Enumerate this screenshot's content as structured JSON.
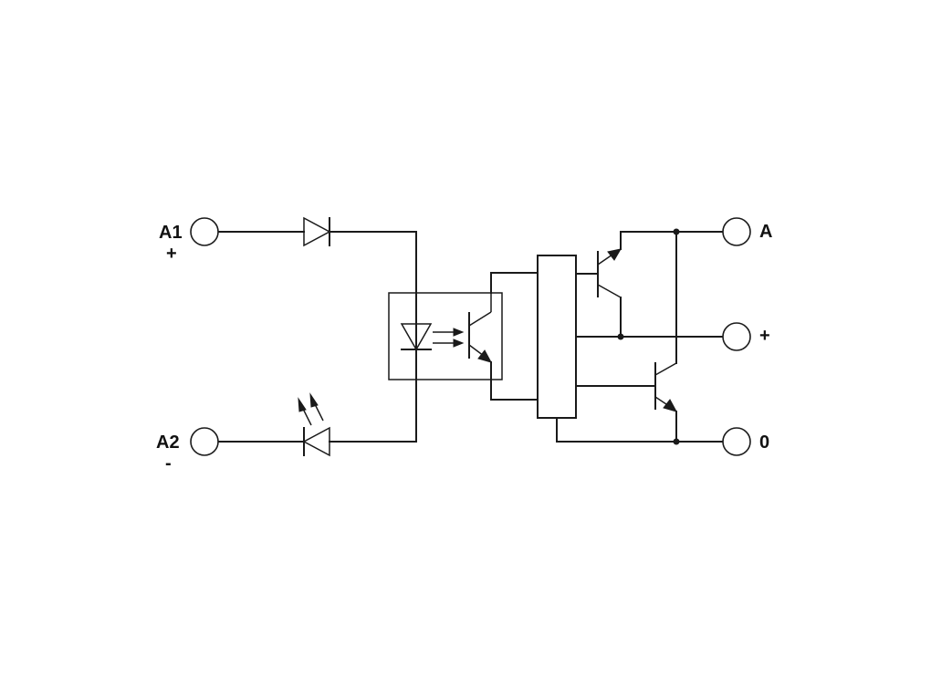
{
  "terminals": {
    "a1": {
      "label": "A1",
      "polarity": "+"
    },
    "a2": {
      "label": "A2",
      "polarity": "-"
    },
    "out_a": {
      "label": "A"
    },
    "out_plus": {
      "label": "+"
    },
    "out_zero": {
      "label": "0"
    }
  },
  "colors": {
    "line": "#1a1a1a",
    "background": "#ffffff"
  }
}
